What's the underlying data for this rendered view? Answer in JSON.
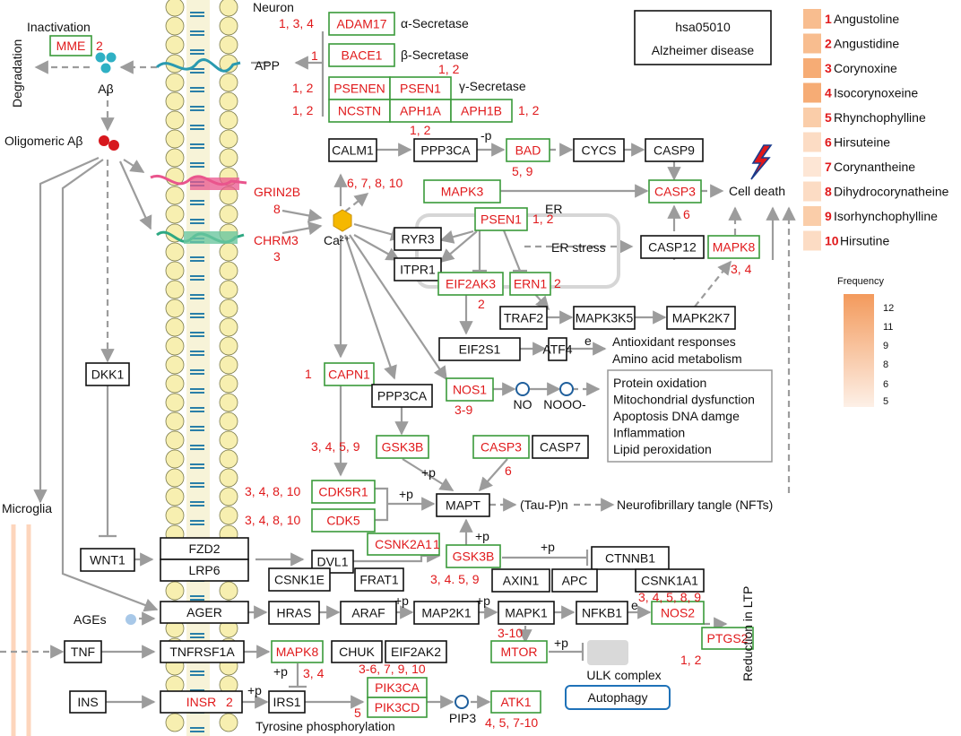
{
  "pathway": {
    "id": "hsa05010",
    "name": "Alzheimer disease"
  },
  "labels": {
    "neuron": "Neuron",
    "inactivation": "Inactivation",
    "degradation": "Degradation",
    "abeta": "Aβ",
    "oligomeric": "Oligomeric Aβ",
    "app": "APP",
    "alpha_sec": "α-Secretase",
    "beta_sec": "β-Secretase",
    "gamma_sec": "γ-Secretase",
    "ca": "Ca²⁺",
    "er": "ER",
    "er_stress": "ER stress",
    "cell_death": "Cell death",
    "microglia": "Microglia",
    "ages": "AGEs",
    "no": "NO",
    "nooo": "NOOO-",
    "tau_p": "(Tau-P)n",
    "nft": "Neurofibrillary tangle (NFTs)",
    "antiox1": "Antioxidant responses",
    "antiox2": "Amino acid metabolism",
    "ulk": "ULK complex",
    "autophagy": "Autophagy",
    "pip3": "PIP3",
    "tyr": "Tyrosine phosphorylation",
    "ltp": "Reduction in LTP",
    "p_minus": "-p",
    "p_plus": "+p",
    "e": "e"
  },
  "effects": [
    "Protein oxidation",
    "Mitochondrial dysfunction",
    "Apoptosis  DNA damge",
    "Inflammation",
    "Lipid peroxidation"
  ],
  "genes": {
    "mme": "MME",
    "adam17": "ADAM17",
    "bace1": "BACE1",
    "psenen": "PSENEN",
    "psen1a": "PSEN1",
    "ncstn": "NCSTN",
    "aph1a": "APH1A",
    "aph1b": "APH1B",
    "calm1": "CALM1",
    "ppp3ca": "PPP3CA",
    "bad": "BAD",
    "cycs": "CYCS",
    "casp9": "CASP9",
    "grin2b": "GRIN2B",
    "mapk3": "MAPK3",
    "casp3a": "CASP3",
    "chrm3": "CHRM3",
    "psen1b": "PSEN1",
    "ryr3": "RYR3",
    "itpr1": "ITPR1",
    "casp12": "CASP12",
    "mapk8a": "MAPK8",
    "eif2ak3": "EIF2AK3",
    "ern1": "ERN1",
    "traf2": "TRAF2",
    "map3k5": "MAPK3K5",
    "map2k7": "MAPK2K7",
    "eif2s1": "EIF2S1",
    "atf4": "ATF4",
    "dkk1": "DKK1",
    "capn1": "CAPN1",
    "ppp3ca2": "PPP3CA",
    "nos1": "NOS1",
    "gsk3b1": "GSK3B",
    "casp3b": "CASP3",
    "casp7": "CASP7",
    "cdk5r1": "CDK5R1",
    "cdk5": "CDK5",
    "mapt": "MAPT",
    "csnk2a1": "CSNK2A1",
    "gsk3b2": "GSK3B",
    "ctnnb1": "CTNNB1",
    "wnt1": "WNT1",
    "fzd2": "FZD2",
    "lrp6": "LRP6",
    "dvl1": "DVL1",
    "csnk1e": "CSNK1E",
    "frat1": "FRAT1",
    "axin1": "AXIN1",
    "apc": "APC",
    "csnk1a1": "CSNK1A1",
    "ager": "AGER",
    "hras": "HRAS",
    "araf": "ARAF",
    "map2k1": "MAP2K1",
    "mapk1": "MAPK1",
    "nfkb1": "NFKB1",
    "nos2": "NOS2",
    "tnf": "TNF",
    "tnfrsf1a": "TNFRSF1A",
    "mapk8b": "MAPK8",
    "chuk": "CHUK",
    "eif2ak2": "EIF2AK2",
    "mtor": "MTOR",
    "ptgs2": "PTGS2",
    "ins": "INS",
    "insr": "INSR",
    "irs1": "IRS1",
    "pik3ca": "PIK3CA",
    "pik3cd": "PIK3CD",
    "atk1": "ATK1"
  },
  "refs": {
    "mme": "2",
    "adam17": "1, 3, 4",
    "bace1": "1",
    "psen1a": "1, 2",
    "psenen": "1, 2",
    "ncstn": "1, 2",
    "aph1b": "1, 2",
    "aph1a": "1, 2",
    "bad": "5, 9",
    "grin2b_n": "6, 7, 8, 10",
    "grin2b": "8",
    "casp3a": "6",
    "psen1b": "1, 2",
    "chrm3": "3",
    "mapk8a": "3, 4",
    "ern1": "2",
    "eif2ak3": "2",
    "capn1": "1",
    "nos1": "3-9",
    "gsk3b1": "3, 4, 5, 9",
    "casp3b": "6",
    "cdk5r1": "3, 4, 8, 10",
    "cdk5": "3, 4, 8, 10",
    "csnk2a1": "1",
    "gsk3b2": "3, 4. 5, 9",
    "nos2": "3, 4, 5, 8, 9",
    "mtor": "3-10",
    "ptgs2": "1, 2",
    "mapk8b": "3, 4",
    "pik": "3-6, 7, 9, 10",
    "pik5": "5",
    "insr": "2",
    "atk1": "4, 5, 7-10"
  },
  "legend": {
    "compounds": [
      {
        "num": "1",
        "name": "Angustoline",
        "color": "#f8bd8f"
      },
      {
        "num": "2",
        "name": "Angustidine",
        "color": "#f8bd8f"
      },
      {
        "num": "3",
        "name": "Corynoxine",
        "color": "#f6ac75"
      },
      {
        "num": "4",
        "name": "Isocorynoxeine",
        "color": "#f6ac75"
      },
      {
        "num": "5",
        "name": "Rhynchophylline",
        "color": "#facda9"
      },
      {
        "num": "6",
        "name": "Hirsuteine",
        "color": "#fcdcc4"
      },
      {
        "num": "7",
        "name": "Corynantheine",
        "color": "#fde6d5"
      },
      {
        "num": "8",
        "name": "Dihydrocorynatheine",
        "color": "#fcdcc4"
      },
      {
        "num": "9",
        "name": "Isorhynchophylline",
        "color": "#facda9"
      },
      {
        "num": "10",
        "name": "Hirsutine",
        "color": "#fcdcc4"
      }
    ],
    "freq_title": "Frequency",
    "ticks": [
      "12",
      "11",
      "9",
      "8",
      "6",
      "5"
    ],
    "grad_top": "#f39a5c",
    "grad_bottom": "#fdf0e7"
  },
  "colors": {
    "red": "#e0191b",
    "green": "#3a9a3a",
    "arrow": "#9c9c9c",
    "membrane": "#f7efb0",
    "receptor": "#2a7fa8"
  }
}
